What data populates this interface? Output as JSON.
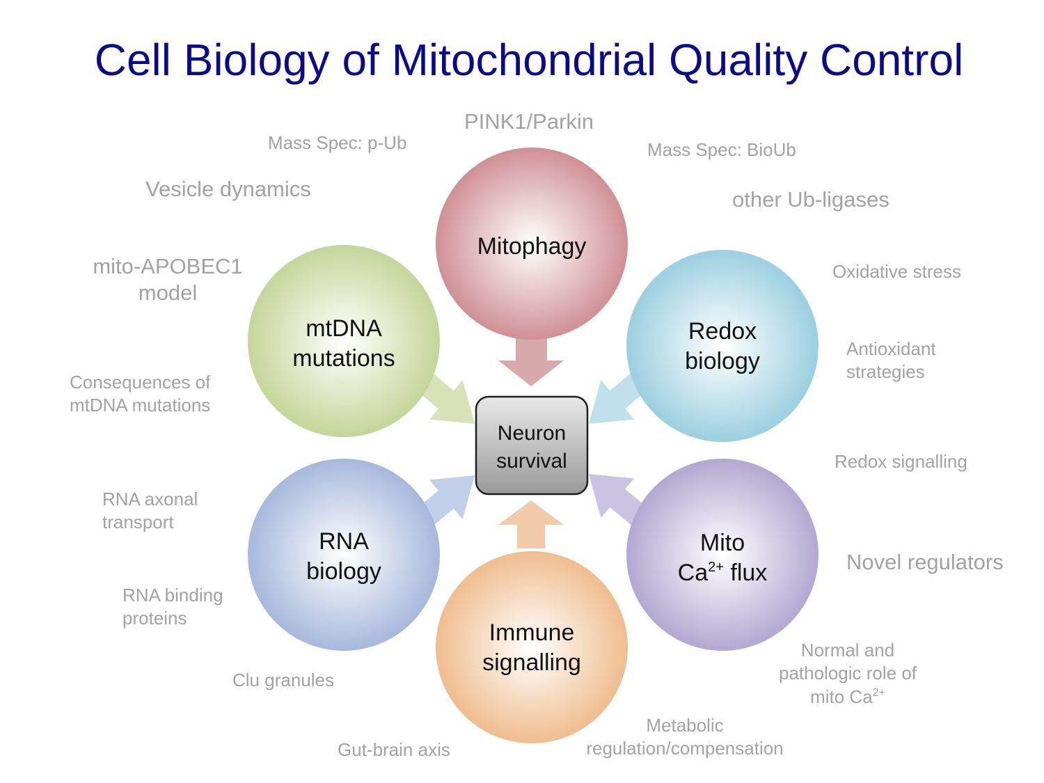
{
  "title": "Cell Biology of Mitochondrial Quality Control",
  "center": {
    "line1": "Neuron",
    "line2": "survival"
  },
  "circles": {
    "mitophagy": {
      "line1": "Mitophagy",
      "color": "#cf9095"
    },
    "redox": {
      "line1": "Redox",
      "line2": "biology",
      "color": "#9ccfe0"
    },
    "calcium": {
      "line1": "Mito",
      "line2_base": "Ca",
      "line2_sup": "2+",
      "line2_rest": " flux",
      "color": "#b3a8d1"
    },
    "immune": {
      "line1": "Immune",
      "line2": "signalling",
      "color": "#efbd8f"
    },
    "rna": {
      "line1": "RNA",
      "line2": "biology",
      "color": "#a6b8dc"
    },
    "mtdna": {
      "line1": "mtDNA",
      "line2": "mutations",
      "color": "#c6d59a"
    }
  },
  "labels": {
    "pink1": "PINK1/Parkin",
    "ms_pub": "Mass Spec: p-Ub",
    "ms_bioub": "Mass Spec: BioUb",
    "vesicle": "Vesicle dynamics",
    "other_ub": "other Ub-ligases",
    "apobec_1": "mito-APOBEC1",
    "apobec_2": "model",
    "oxidative": "Oxidative stress",
    "antiox_1": "Antioxidant",
    "antiox_2": "strategies",
    "conseq_1": "Consequences of",
    "conseq_2": "mtDNA mutations",
    "redox_sig": "Redox signalling",
    "rna_axonal_1": "RNA axonal",
    "rna_axonal_2": "transport",
    "novel": "Novel regulators",
    "rbp_1": "RNA binding",
    "rbp_2": "proteins",
    "normal_1": "Normal and",
    "normal_2": "pathologic role of",
    "normal_3_base": "mito Ca",
    "normal_3_sup": "2+",
    "clu": "Clu granules",
    "metabolic_1": "Metabolic",
    "metabolic_2": "regulation/compensation",
    "gut": "Gut-brain axis"
  }
}
